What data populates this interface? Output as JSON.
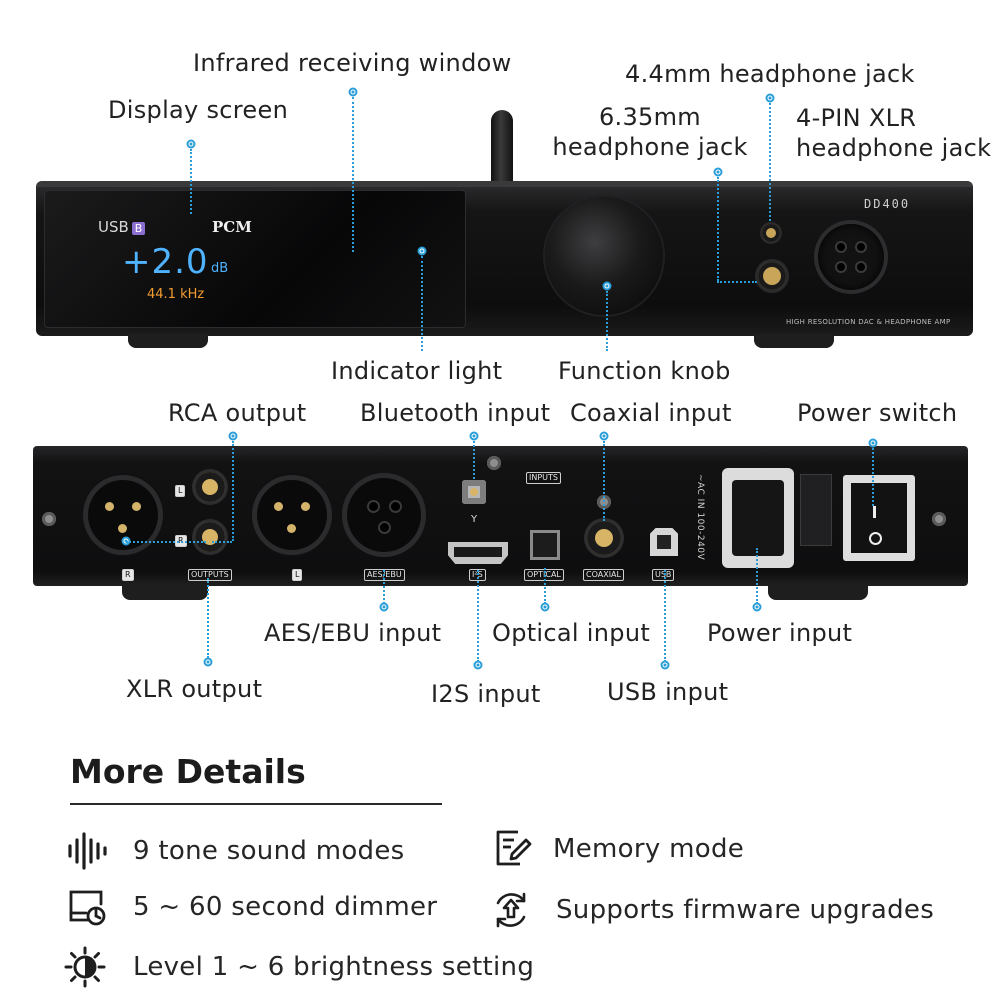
{
  "front_labels": {
    "display_screen": "Display screen",
    "infrared_window": "Infrared receiving window",
    "jack_44mm": "4.4mm headphone jack",
    "jack_635mm_line1": "6.35mm",
    "jack_635mm_line2": "headphone jack",
    "xlr_jack_line1": "4-PIN XLR",
    "xlr_jack_line2": "headphone jack",
    "indicator_light": "Indicator light",
    "function_knob": "Function knob"
  },
  "display": {
    "source": "USB",
    "source_badge": "B",
    "format": "PCM",
    "volume": "+2.0",
    "volume_unit": "dB",
    "sample_rate": "44.1 kHz"
  },
  "front_panel_text": {
    "brand": "DD400",
    "tagline": "HIGH RESOLUTION DAC & HEADPHONE AMP"
  },
  "back_labels": {
    "rca_output": "RCA output",
    "bluetooth_input": "Bluetooth input",
    "coaxial_input": "Coaxial input",
    "power_switch": "Power switch",
    "aes_ebu_input": "AES/EBU input",
    "optical_input": "Optical input",
    "power_input": "Power input",
    "xlr_output": "XLR output",
    "i2s_input": "I2S input",
    "usb_input": "USB input"
  },
  "back_panel_text": {
    "inputs": "INPUTS",
    "outputs": "OUTPUTS",
    "aes_ebu": "AES/EBU",
    "i2s": "I²S",
    "optical": "OPTICAL",
    "coaxial": "COAXIAL",
    "usb": "USB",
    "ac_in": "~AC IN 100-240V",
    "left": "L",
    "right": "R"
  },
  "details": {
    "title": "More Details",
    "features": [
      {
        "text": "9 tone sound modes",
        "icon": "sound-wave-icon"
      },
      {
        "text": "Memory mode",
        "icon": "memo-edit-icon"
      },
      {
        "text": "5 ~ 60 second dimmer",
        "icon": "dimmer-timer-icon"
      },
      {
        "text": "Supports firmware upgrades",
        "icon": "firmware-upgrade-icon"
      },
      {
        "text": "Level 1 ~ 6 brightness setting",
        "icon": "brightness-icon"
      }
    ]
  },
  "colors": {
    "callout": "#2a9ed8",
    "display_volume": "#4fb3ff",
    "display_rate": "#f29b2e",
    "jack_gold": "#d8b566"
  }
}
